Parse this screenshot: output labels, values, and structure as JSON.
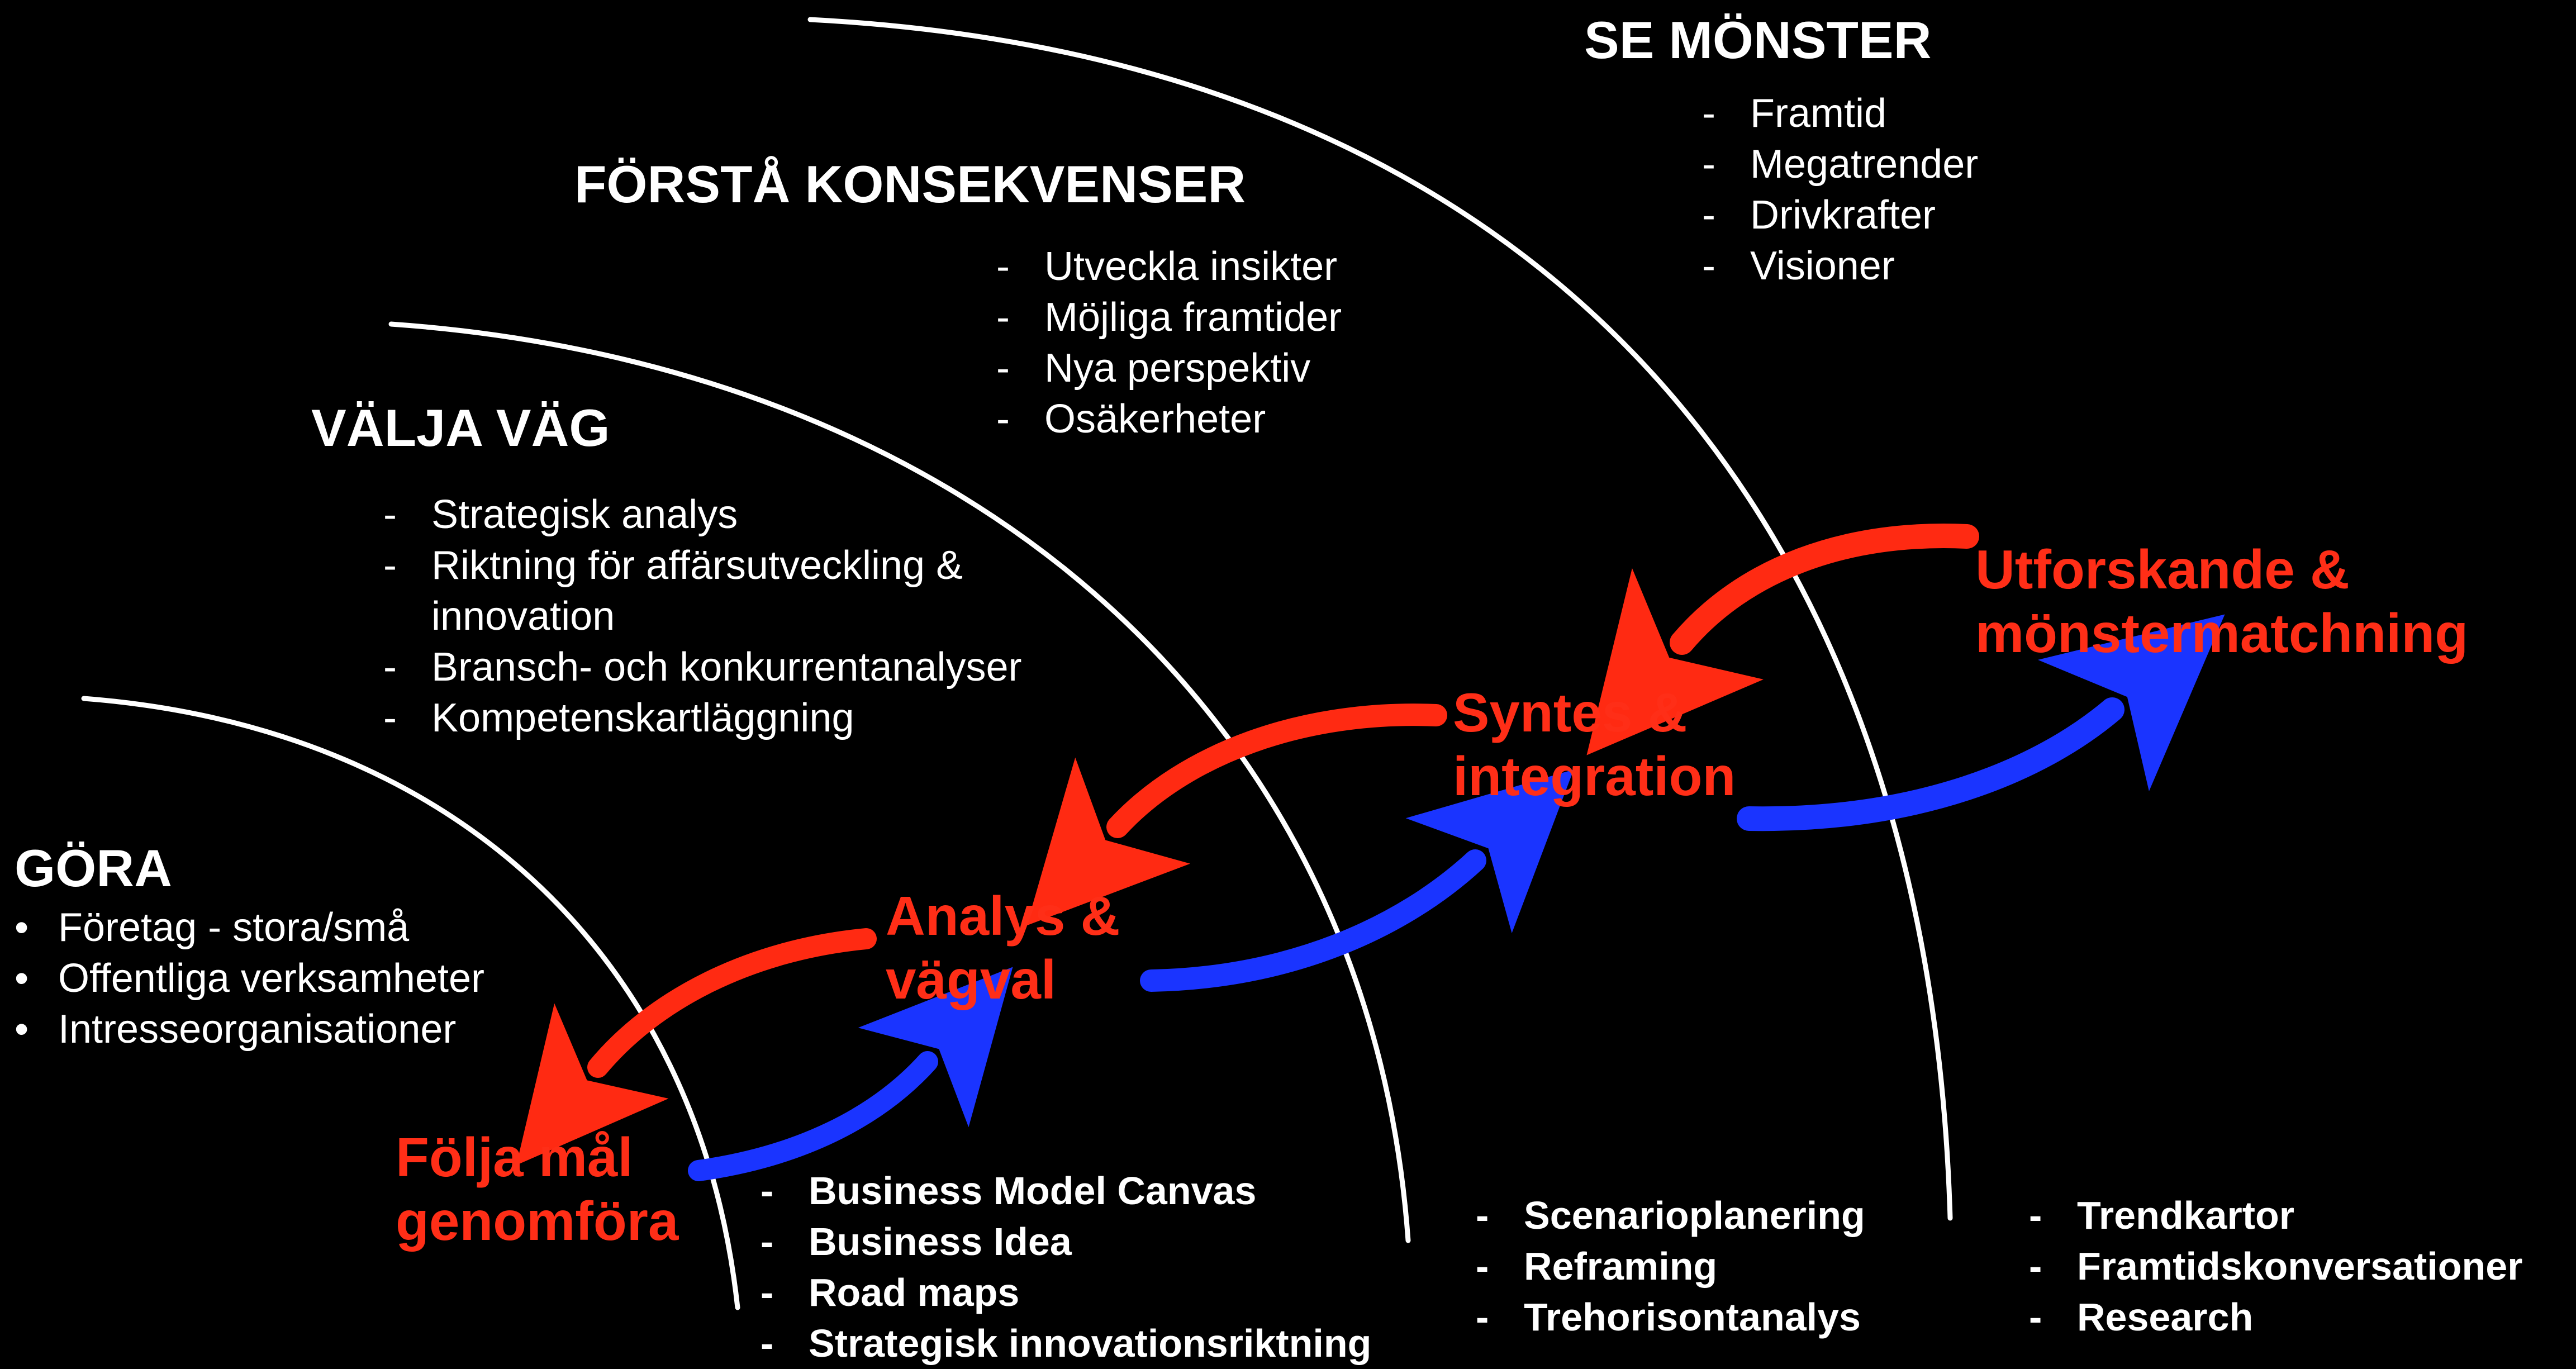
{
  "sections": {
    "se_monster": {
      "title": "SE MÖNSTER",
      "items": [
        "Framtid",
        "Megatrender",
        "Drivkrafter",
        "Visioner"
      ]
    },
    "forsta_konsekvenser": {
      "title": "FÖRSTÅ KONSEKVENSER",
      "items": [
        "Utveckla insikter",
        "Möjliga framtider",
        "Nya perspektiv",
        "Osäkerheter"
      ]
    },
    "valja_vag": {
      "title": "VÄLJA VÄG",
      "items": [
        "Strategisk analys",
        "Riktning för affärsutveckling &",
        "innovation",
        "Bransch- och konkurrentanalyser",
        "Kompetenskartläggning"
      ]
    },
    "gora": {
      "title": "GÖRA",
      "items": [
        "Företag - stora/små",
        "Offentliga verksamheter",
        "Intresseorganisationer"
      ]
    }
  },
  "stages": {
    "folja": {
      "line1": "Följa mål",
      "line2": "genomföra"
    },
    "analys": {
      "line1": "Analys &",
      "line2": "vägval"
    },
    "syntes": {
      "line1": "Syntes &",
      "line2": "integration"
    },
    "utforskande": {
      "line1": "Utforskande &",
      "line2": "mönstermatchning"
    }
  },
  "tools": {
    "business": [
      "Business Model Canvas",
      "Business Idea",
      "Road maps",
      "Strategisk innovationsriktning"
    ],
    "scenario": [
      "Scenarioplanering",
      "Reframing",
      "Trehorisontanalys"
    ],
    "trend": [
      "Trendkartor",
      "Framtidskonversationer",
      "Research"
    ]
  },
  "markers": {
    "dash": "-",
    "bullet": "•"
  },
  "colors": {
    "background": "#000000",
    "text": "#ffffff",
    "stage_text": "#ff2e17",
    "forward_arrow": "#1a34ff",
    "backward_arrow": "#ff2a12",
    "arc": "#ffffff"
  }
}
